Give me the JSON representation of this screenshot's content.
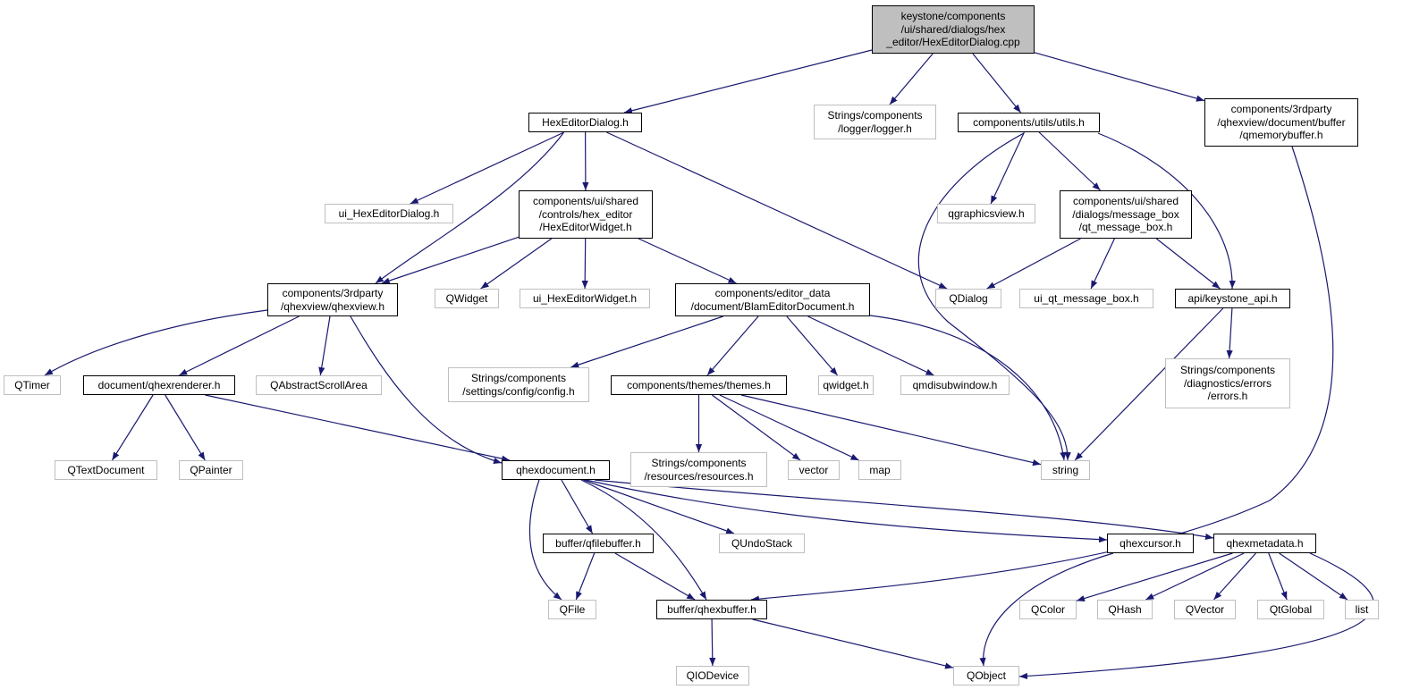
{
  "colors": {
    "edge": "#191970",
    "border": "#000000",
    "external_border": "#bfbfbf",
    "root_fill": "#bfbfbf"
  },
  "nodes": [
    {
      "id": "root",
      "label": "keystone/components\n/ui/shared/dialogs/hex\n_editor/HexEditorDialog.cpp",
      "kind": "root"
    },
    {
      "id": "hexeditordialog_h",
      "label": "HexEditorDialog.h",
      "kind": "internal"
    },
    {
      "id": "logger_h",
      "label": "Strings/components\n/logger/logger.h",
      "kind": "external"
    },
    {
      "id": "utils_h",
      "label": "components/utils/utils.h",
      "kind": "internal"
    },
    {
      "id": "qmemorybuffer_h",
      "label": "components/3rdparty\n/qhexview/document/buffer\n/qmemorybuffer.h",
      "kind": "internal"
    },
    {
      "id": "ui_hexeditordialog_h",
      "label": "ui_HexEditorDialog.h",
      "kind": "external"
    },
    {
      "id": "hexeditorwidget_h",
      "label": "components/ui/shared\n/controls/hex_editor\n/HexEditorWidget.h",
      "kind": "internal"
    },
    {
      "id": "qgraphicsview_h",
      "label": "qgraphicsview.h",
      "kind": "external"
    },
    {
      "id": "qt_message_box_h",
      "label": "components/ui/shared\n/dialogs/message_box\n/qt_message_box.h",
      "kind": "internal"
    },
    {
      "id": "qhexview_h",
      "label": "components/3rdparty\n/qhexview/qhexview.h",
      "kind": "internal"
    },
    {
      "id": "qwidget",
      "label": "QWidget",
      "kind": "external"
    },
    {
      "id": "ui_hexeditorwidget_h",
      "label": "ui_HexEditorWidget.h",
      "kind": "external"
    },
    {
      "id": "blameditordocument_h",
      "label": "components/editor_data\n/document/BlamEditorDocument.h",
      "kind": "internal"
    },
    {
      "id": "qdialog",
      "label": "QDialog",
      "kind": "external"
    },
    {
      "id": "ui_qt_message_box_h",
      "label": "ui_qt_message_box.h",
      "kind": "external"
    },
    {
      "id": "keystone_api_h",
      "label": "api/keystone_api.h",
      "kind": "internal"
    },
    {
      "id": "qtimer",
      "label": "QTimer",
      "kind": "external"
    },
    {
      "id": "qhexrenderer_h",
      "label": "document/qhexrenderer.h",
      "kind": "internal"
    },
    {
      "id": "qabstractscrollarea",
      "label": "QAbstractScrollArea",
      "kind": "external"
    },
    {
      "id": "config_h",
      "label": "Strings/components\n/settings/config/config.h",
      "kind": "external"
    },
    {
      "id": "themes_h",
      "label": "components/themes/themes.h",
      "kind": "internal"
    },
    {
      "id": "qwidget_h",
      "label": "qwidget.h",
      "kind": "external"
    },
    {
      "id": "qmdisubwindow_h",
      "label": "qmdisubwindow.h",
      "kind": "external"
    },
    {
      "id": "errors_h",
      "label": "Strings/components\n/diagnostics/errors\n/errors.h",
      "kind": "external"
    },
    {
      "id": "qtextdocument",
      "label": "QTextDocument",
      "kind": "external"
    },
    {
      "id": "qpainter",
      "label": "QPainter",
      "kind": "external"
    },
    {
      "id": "qhexdocument_h",
      "label": "qhexdocument.h",
      "kind": "internal"
    },
    {
      "id": "resources_h",
      "label": "Strings/components\n/resources/resources.h",
      "kind": "external"
    },
    {
      "id": "vector",
      "label": "vector",
      "kind": "external"
    },
    {
      "id": "map",
      "label": "map",
      "kind": "external"
    },
    {
      "id": "string",
      "label": "string",
      "kind": "external"
    },
    {
      "id": "qfilebuffer_h",
      "label": "buffer/qfilebuffer.h",
      "kind": "internal"
    },
    {
      "id": "qundostack",
      "label": "QUndoStack",
      "kind": "external"
    },
    {
      "id": "qhexcursor_h",
      "label": "qhexcursor.h",
      "kind": "internal"
    },
    {
      "id": "qhexmetadata_h",
      "label": "qhexmetadata.h",
      "kind": "internal"
    },
    {
      "id": "qfile",
      "label": "QFile",
      "kind": "external"
    },
    {
      "id": "qhexbuffer_h",
      "label": "buffer/qhexbuffer.h",
      "kind": "internal"
    },
    {
      "id": "qcolor",
      "label": "QColor",
      "kind": "external"
    },
    {
      "id": "qhash",
      "label": "QHash",
      "kind": "external"
    },
    {
      "id": "qvector",
      "label": "QVector",
      "kind": "external"
    },
    {
      "id": "qtglobal",
      "label": "QtGlobal",
      "kind": "external"
    },
    {
      "id": "list",
      "label": "list",
      "kind": "external"
    },
    {
      "id": "qiodevice",
      "label": "QIODevice",
      "kind": "external"
    },
    {
      "id": "qobject",
      "label": "QObject",
      "kind": "external"
    }
  ],
  "edges": [
    {
      "from": "root",
      "to": "hexeditordialog_h"
    },
    {
      "from": "root",
      "to": "logger_h"
    },
    {
      "from": "root",
      "to": "utils_h"
    },
    {
      "from": "root",
      "to": "qmemorybuffer_h"
    },
    {
      "from": "hexeditordialog_h",
      "to": "ui_hexeditordialog_h"
    },
    {
      "from": "hexeditordialog_h",
      "to": "hexeditorwidget_h"
    },
    {
      "from": "hexeditordialog_h",
      "to": "qhexview_h"
    },
    {
      "from": "hexeditordialog_h",
      "to": "qdialog"
    },
    {
      "from": "utils_h",
      "to": "qgraphicsview_h"
    },
    {
      "from": "utils_h",
      "to": "qt_message_box_h"
    },
    {
      "from": "utils_h",
      "to": "keystone_api_h"
    },
    {
      "from": "utils_h",
      "to": "string"
    },
    {
      "from": "qmemorybuffer_h",
      "to": "qhexbuffer_h"
    },
    {
      "from": "hexeditorwidget_h",
      "to": "qhexview_h"
    },
    {
      "from": "hexeditorwidget_h",
      "to": "qwidget"
    },
    {
      "from": "hexeditorwidget_h",
      "to": "ui_hexeditorwidget_h"
    },
    {
      "from": "hexeditorwidget_h",
      "to": "blameditordocument_h"
    },
    {
      "from": "qt_message_box_h",
      "to": "qdialog"
    },
    {
      "from": "qt_message_box_h",
      "to": "ui_qt_message_box_h"
    },
    {
      "from": "qt_message_box_h",
      "to": "keystone_api_h"
    },
    {
      "from": "keystone_api_h",
      "to": "errors_h"
    },
    {
      "from": "keystone_api_h",
      "to": "string"
    },
    {
      "from": "qhexview_h",
      "to": "qtimer"
    },
    {
      "from": "qhexview_h",
      "to": "qhexrenderer_h"
    },
    {
      "from": "qhexview_h",
      "to": "qabstractscrollarea"
    },
    {
      "from": "qhexview_h",
      "to": "qhexdocument_h"
    },
    {
      "from": "blameditordocument_h",
      "to": "config_h"
    },
    {
      "from": "blameditordocument_h",
      "to": "themes_h"
    },
    {
      "from": "blameditordocument_h",
      "to": "qwidget_h"
    },
    {
      "from": "blameditordocument_h",
      "to": "qmdisubwindow_h"
    },
    {
      "from": "blameditordocument_h",
      "to": "string"
    },
    {
      "from": "qhexrenderer_h",
      "to": "qtextdocument"
    },
    {
      "from": "qhexrenderer_h",
      "to": "qpainter"
    },
    {
      "from": "qhexrenderer_h",
      "to": "qhexdocument_h"
    },
    {
      "from": "themes_h",
      "to": "resources_h"
    },
    {
      "from": "themes_h",
      "to": "vector"
    },
    {
      "from": "themes_h",
      "to": "map"
    },
    {
      "from": "themes_h",
      "to": "string"
    },
    {
      "from": "qhexdocument_h",
      "to": "qfile"
    },
    {
      "from": "qhexdocument_h",
      "to": "qfilebuffer_h"
    },
    {
      "from": "qhexdocument_h",
      "to": "qhexbuffer_h"
    },
    {
      "from": "qhexdocument_h",
      "to": "qundostack"
    },
    {
      "from": "qhexdocument_h",
      "to": "qhexcursor_h"
    },
    {
      "from": "qhexdocument_h",
      "to": "qhexmetadata_h"
    },
    {
      "from": "qfilebuffer_h",
      "to": "qfile"
    },
    {
      "from": "qfilebuffer_h",
      "to": "qhexbuffer_h"
    },
    {
      "from": "qhexbuffer_h",
      "to": "qiodevice"
    },
    {
      "from": "qhexbuffer_h",
      "to": "qobject"
    },
    {
      "from": "qhexcursor_h",
      "to": "qobject"
    },
    {
      "from": "qhexmetadata_h",
      "to": "qcolor"
    },
    {
      "from": "qhexmetadata_h",
      "to": "qhash"
    },
    {
      "from": "qhexmetadata_h",
      "to": "qvector"
    },
    {
      "from": "qhexmetadata_h",
      "to": "qtglobal"
    },
    {
      "from": "qhexmetadata_h",
      "to": "list"
    },
    {
      "from": "qhexmetadata_h",
      "to": "qobject"
    }
  ]
}
